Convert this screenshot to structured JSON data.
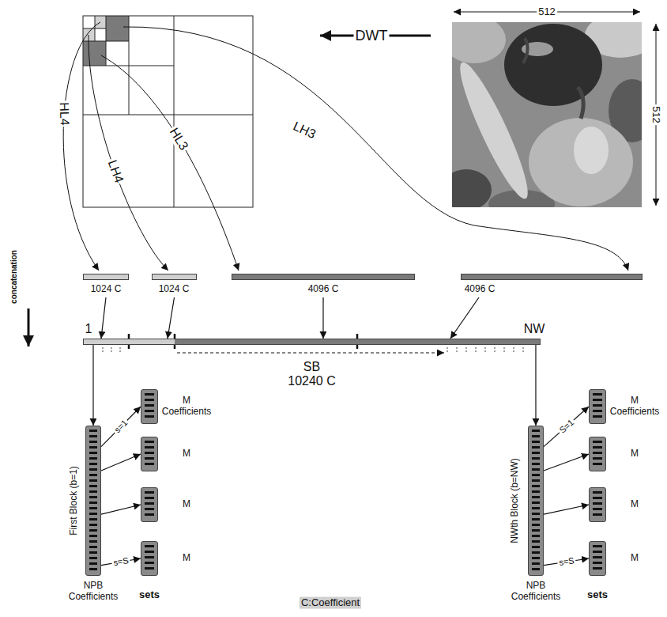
{
  "diagram": {
    "nodes": [
      {
        "text": [
          "1024 C"
        ]
      },
      {
        "text": [
          "1024 C"
        ]
      },
      {
        "text": [
          "4096 C"
        ]
      },
      {
        "text": [
          "4096 C"
        ]
      },
      {
        "text": [
          "SB 10240 C"
        ]
      },
      {
        "text": [
          "First Block (b=1)",
          "NPB Coefficients"
        ]
      },
      {
        "text": [
          "M Coefficients"
        ]
      },
      {
        "text": [
          "M"
        ]
      },
      {
        "text": [
          "M"
        ]
      },
      {
        "text": [
          "M"
        ]
      },
      {
        "text": [
          "NWth Block (b=NW)",
          "NPB Coefficients"
        ]
      },
      {
        "text": [
          "M Coefficients"
        ]
      },
      {
        "text": [
          "M"
        ]
      },
      {
        "text": [
          "M"
        ]
      },
      {
        "text": [
          "M"
        ]
      }
    ],
    "edges": [
      {
        "from": 0,
        "to": 4,
        "arrow": "to"
      },
      {
        "from": 1,
        "to": 4,
        "arrow": "to"
      },
      {
        "from": 2,
        "to": 4,
        "arrow": "to"
      },
      {
        "from": 3,
        "to": 4,
        "arrow": "to"
      },
      {
        "from": 4,
        "to": 5,
        "arrow": "to"
      },
      {
        "from": 4,
        "to": 10,
        "arrow": "to"
      },
      {
        "from": 5,
        "to": 6,
        "label": "s=1",
        "arrow": "to"
      },
      {
        "from": 5,
        "to": 7,
        "arrow": "to"
      },
      {
        "from": 5,
        "to": 8,
        "arrow": "to"
      },
      {
        "from": 5,
        "to": 9,
        "label": "s=S",
        "arrow": "to"
      },
      {
        "from": 10,
        "to": 11,
        "label": "S=1",
        "arrow": "to"
      },
      {
        "from": 10,
        "to": 12,
        "arrow": "to"
      },
      {
        "from": 10,
        "to": 13,
        "arrow": "to"
      },
      {
        "from": 10,
        "to": 14,
        "label": "s=S",
        "arrow": "to"
      }
    ],
    "labels": [
      "512",
      "DWT",
      "512",
      "LH3",
      "HL4",
      "LH4",
      "HL3",
      "concatenation",
      "1",
      "NW",
      "sets",
      "C:Coefficient",
      "sets"
    ]
  }
}
